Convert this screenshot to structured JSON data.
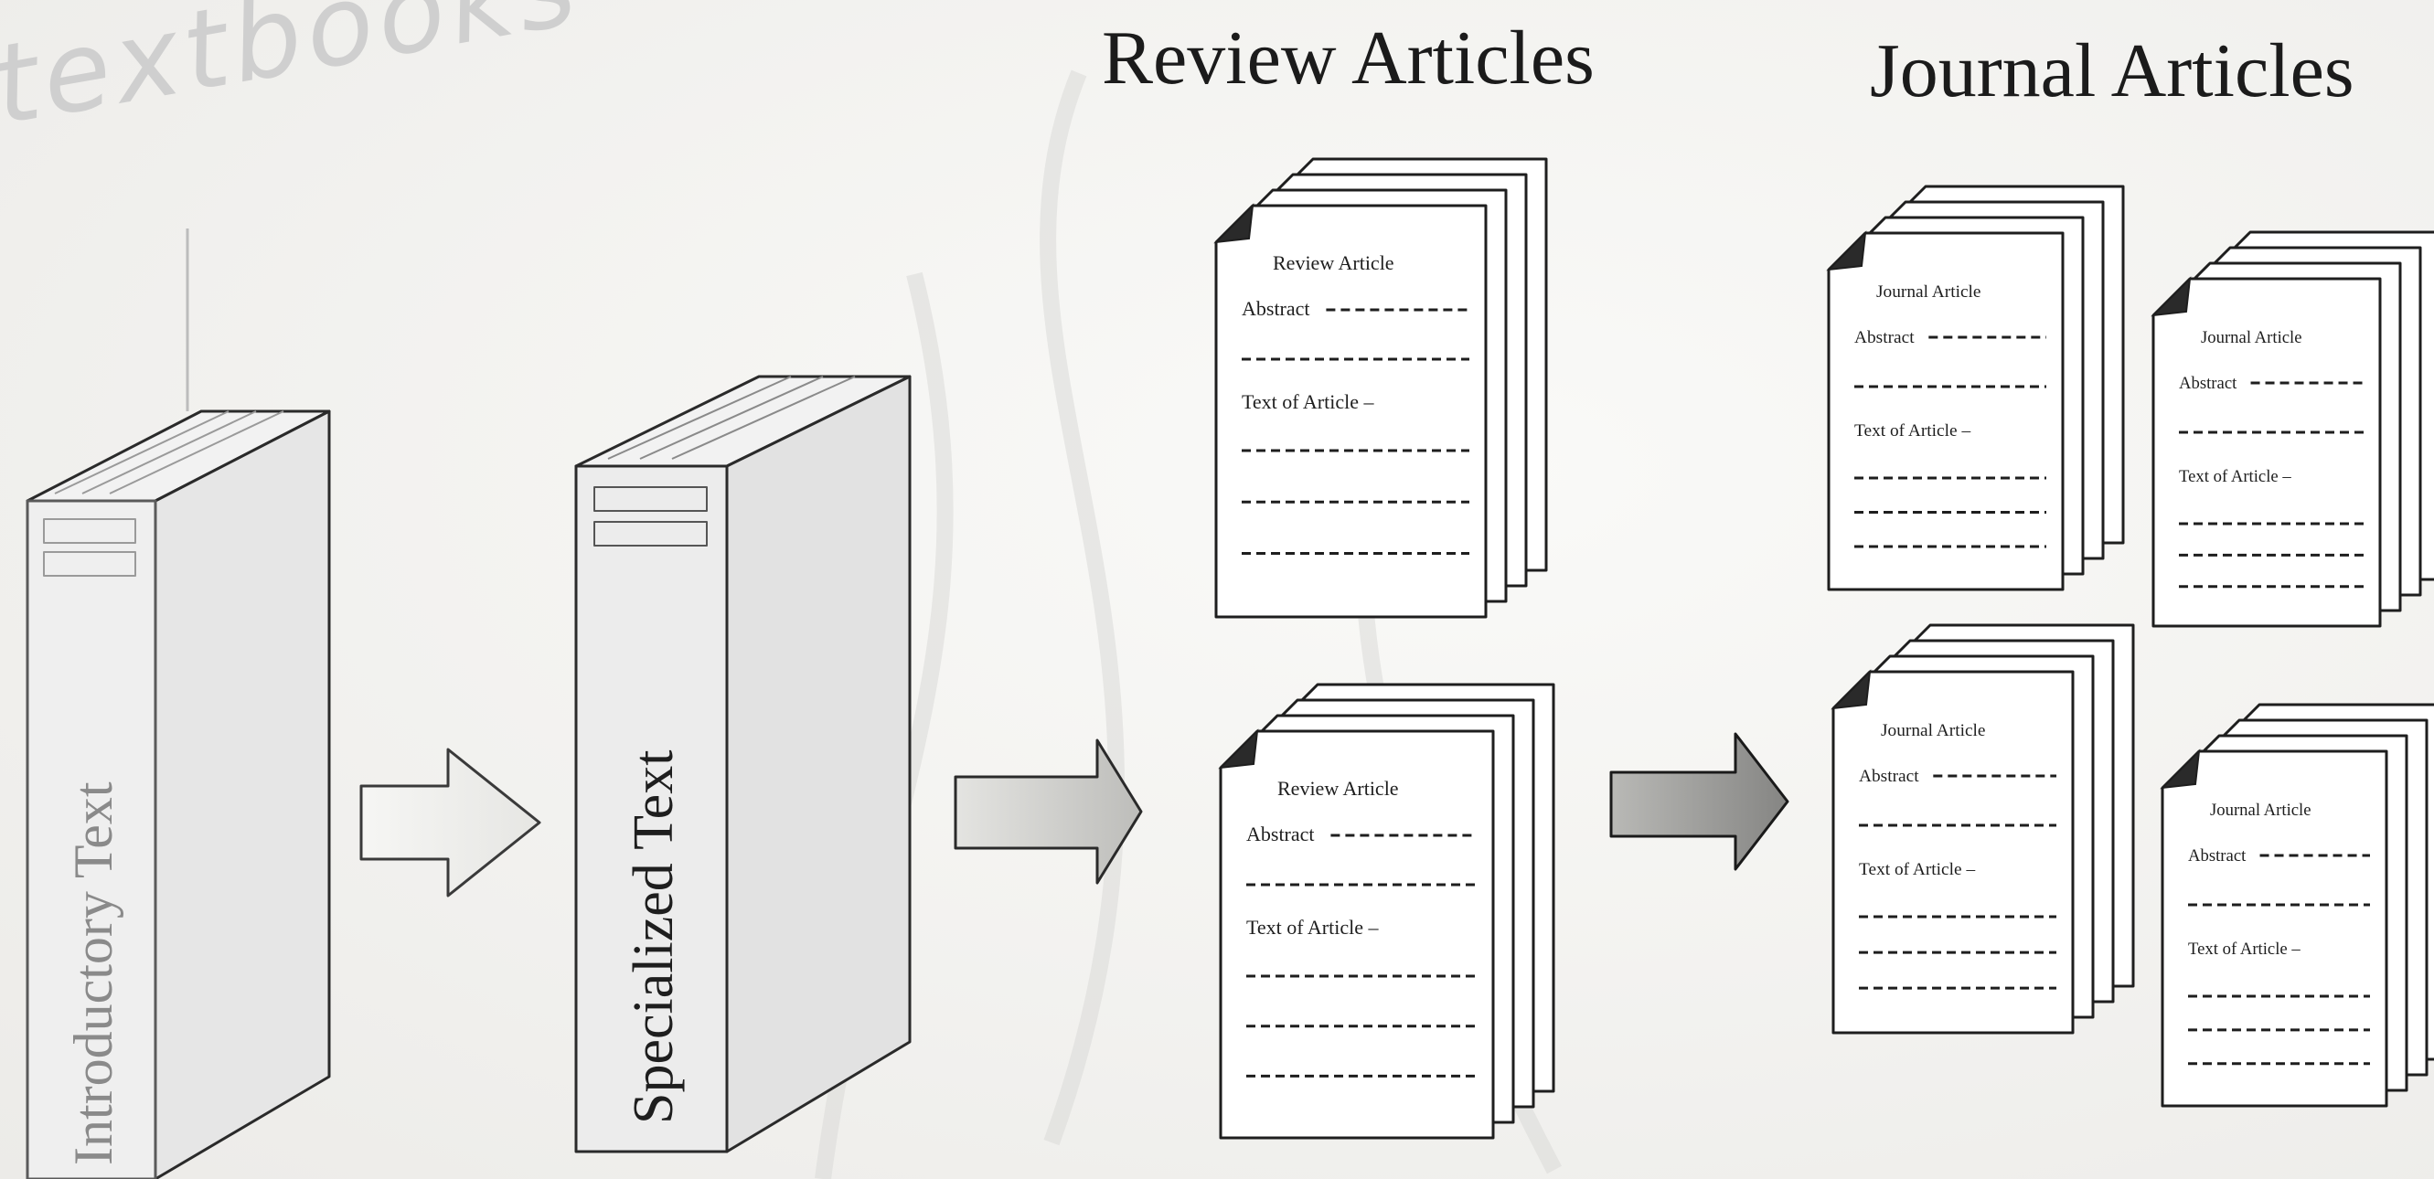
{
  "headings": {
    "review": "Review Articles",
    "journal": "Journal Articles"
  },
  "books": {
    "introductory": "Introductory Text",
    "specialized": "Specialized Text"
  },
  "doc_labels": {
    "review_title": "Review Article",
    "journal_title": "Journal Article",
    "abstract": "Abstract",
    "text_of_article": "Text of Article –"
  },
  "handwriting": "textbooks",
  "colors": {
    "ink": "#1e1e1e",
    "page": "#ffffff",
    "book_front": "#ececec",
    "book_side": "#e2e2e2",
    "arrow_light": "#f1f1ef",
    "arrow_mid": "#cfcfcd",
    "arrow_dark": "#9a9a98"
  }
}
